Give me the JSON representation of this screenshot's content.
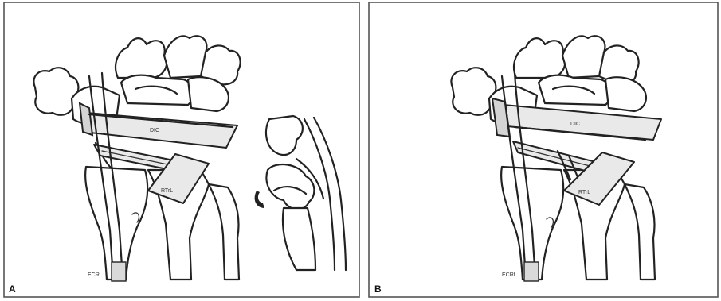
{
  "panels": [
    {
      "letter": "A",
      "labels": {
        "top_band": "DIC",
        "lower_band": "RTrL",
        "tendon": "ECRL"
      }
    },
    {
      "letter": "B",
      "labels": {
        "top_band": "DIC",
        "lower_band": "RTrL",
        "tendon": "ECRL"
      }
    }
  ]
}
